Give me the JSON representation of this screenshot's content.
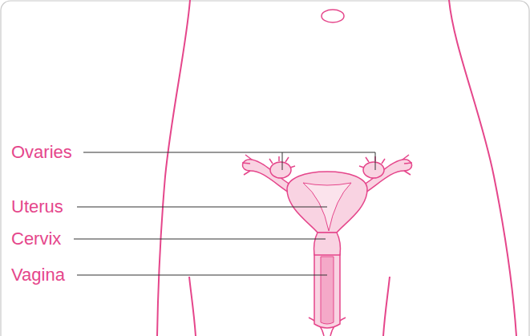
{
  "diagram": {
    "labels": [
      "Ovaries",
      "Uterus",
      "Cervix",
      "Vagina"
    ]
  }
}
